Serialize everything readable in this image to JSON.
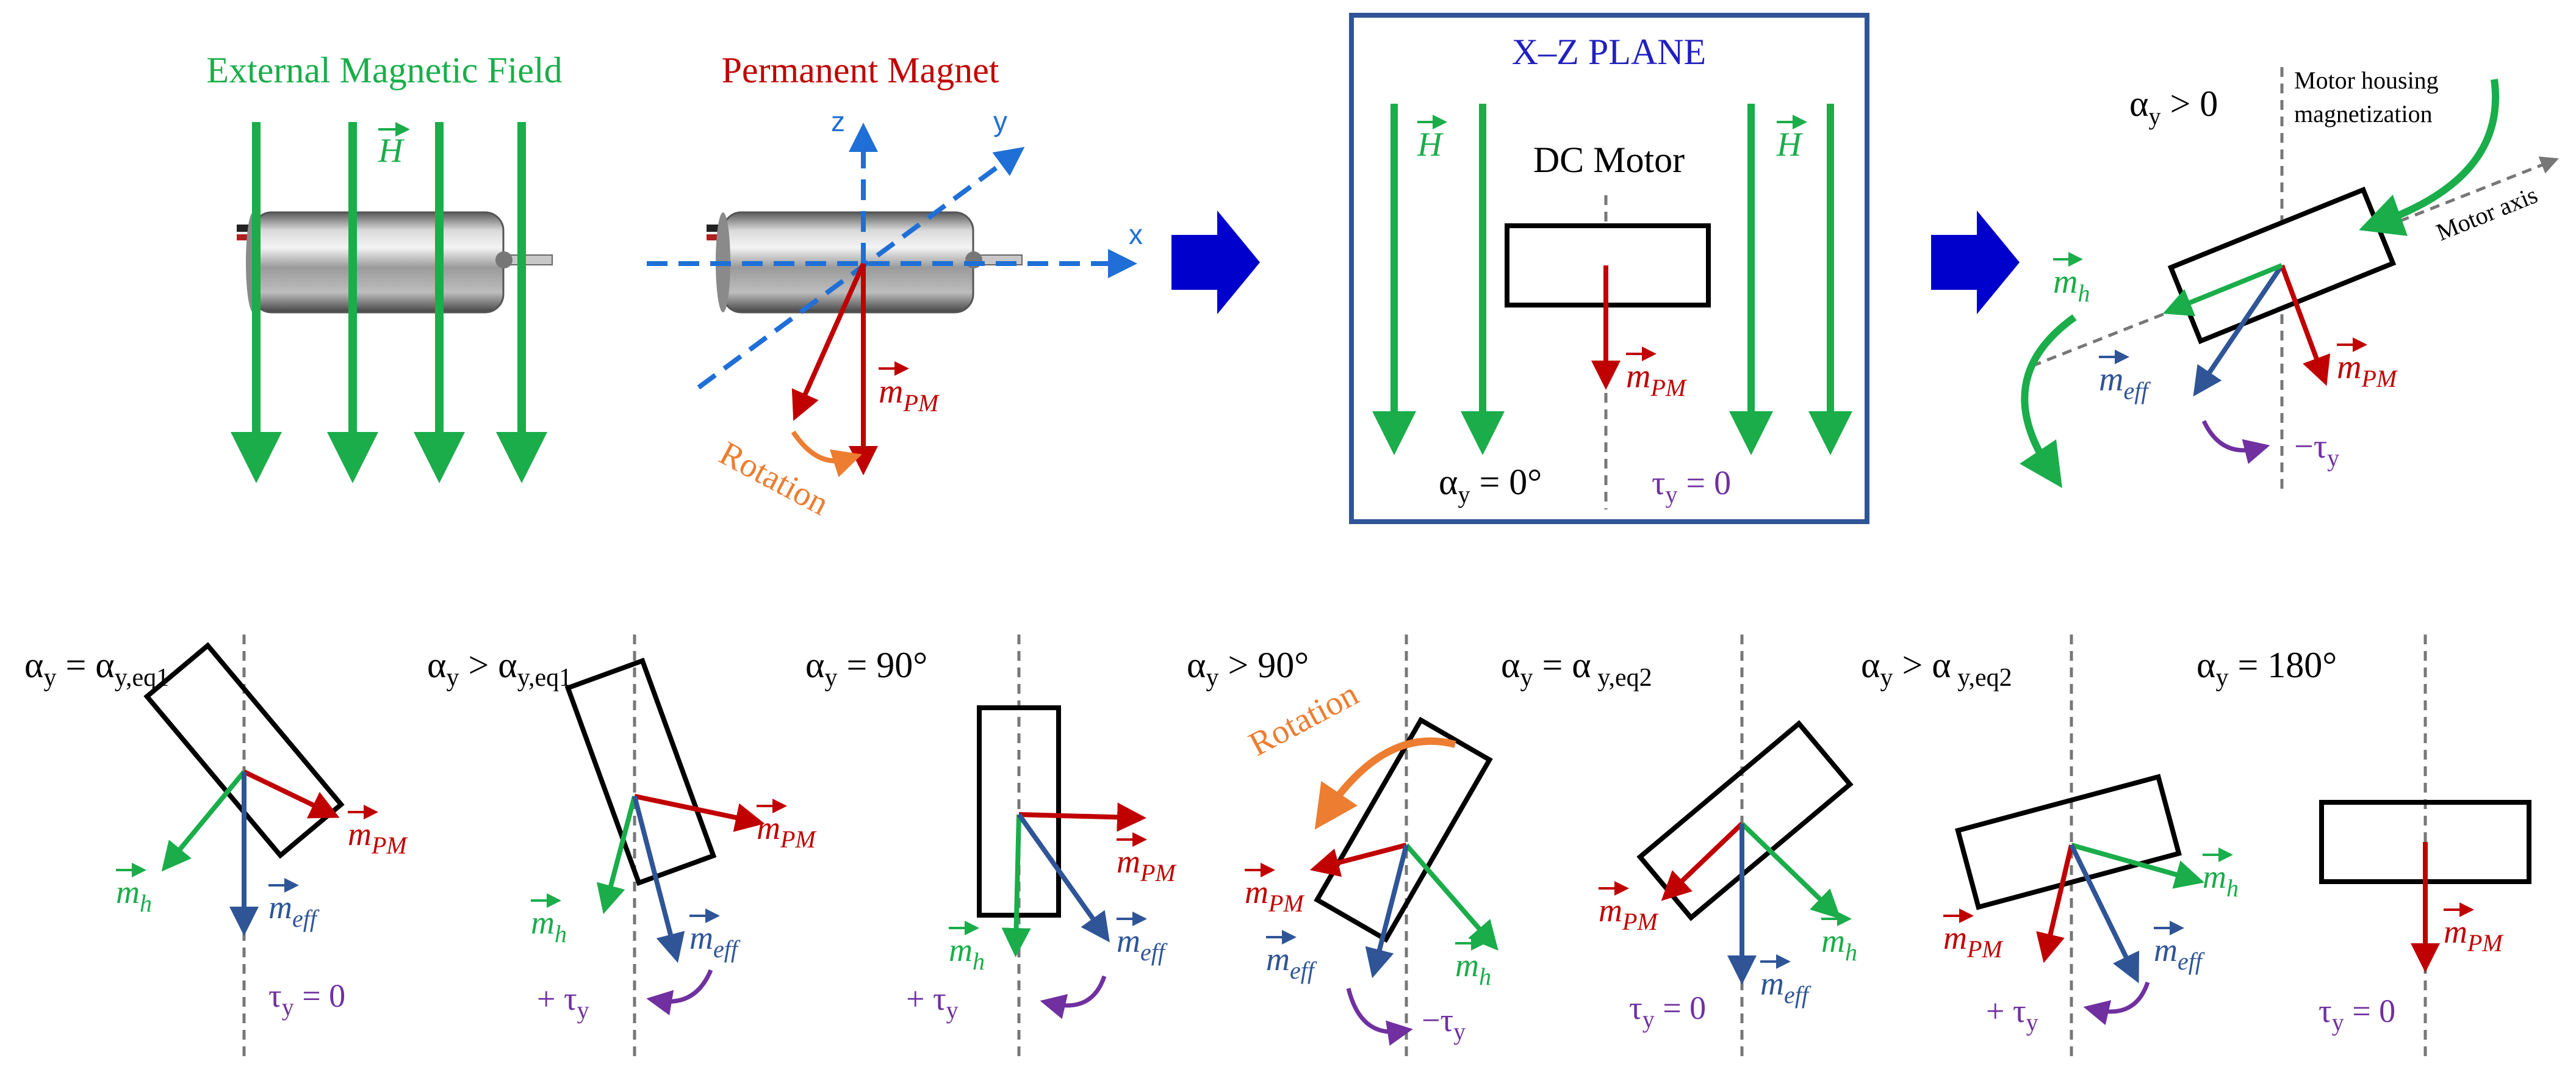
{
  "colors": {
    "field": "#1aad4a",
    "pm": "#c00000",
    "eff": "#2f5597",
    "torque": "#7030a0",
    "rotation": "#ed7d31",
    "axis": "#1f6fd6",
    "frame": "#2f5597",
    "plane_title": "#2020c0",
    "dash": "#777777"
  },
  "icons": {
    "process_arrow": "blue-right-arrow-icon",
    "motor": "dc-motor-icon"
  },
  "top": {
    "ext_field_title": "External Magnetic Field",
    "pm_title": "Permanent Magnet",
    "h_vec": "H",
    "axis_x": "x",
    "axis_y": "y",
    "axis_z": "z",
    "rotation": "Rotation",
    "m_letter": "m",
    "sub_pm": "PM",
    "sub_h": "h",
    "sub_eff": "eff",
    "plane_title": "X–Z  PLANE",
    "dc_motor": "DC Motor",
    "alpha": "α",
    "alpha_sub": "y",
    "tau": "τ",
    "tau_sub": "y",
    "plane_alpha": " = 0°",
    "plane_tau": " = 0",
    "right_alpha": " > 0",
    "housing_mag": "Motor housing",
    "housing_mag2": "magnetization",
    "motor_axis": "Motor axis",
    "right_tau_prefix": "−"
  },
  "bottom": {
    "panels": [
      {
        "cond_pre": " = ",
        "cond_main": "α",
        "cond_sub": "y,eq1",
        "tau_text": " = 0",
        "tau_prefix": ""
      },
      {
        "cond_pre": " > ",
        "cond_main": "α",
        "cond_sub": "y,eq1",
        "tau_text": "",
        "tau_prefix": "+ "
      },
      {
        "cond_pre": " = 90°",
        "cond_main": "",
        "cond_sub": "",
        "tau_text": "",
        "tau_prefix": "+ "
      },
      {
        "cond_pre": " > 90°",
        "cond_main": "",
        "cond_sub": "",
        "tau_text": "",
        "tau_prefix": "−",
        "rotation": "Rotation"
      },
      {
        "cond_pre": " = ",
        "cond_main": "α",
        "cond_sub": " y,eq2",
        "tau_text": " = 0",
        "tau_prefix": ""
      },
      {
        "cond_pre": " > ",
        "cond_main": "α",
        "cond_sub": " y,eq2",
        "tau_text": "",
        "tau_prefix": "+ "
      },
      {
        "cond_pre": " = 180°",
        "cond_main": "",
        "cond_sub": "",
        "tau_text": " = 0",
        "tau_prefix": ""
      }
    ]
  }
}
